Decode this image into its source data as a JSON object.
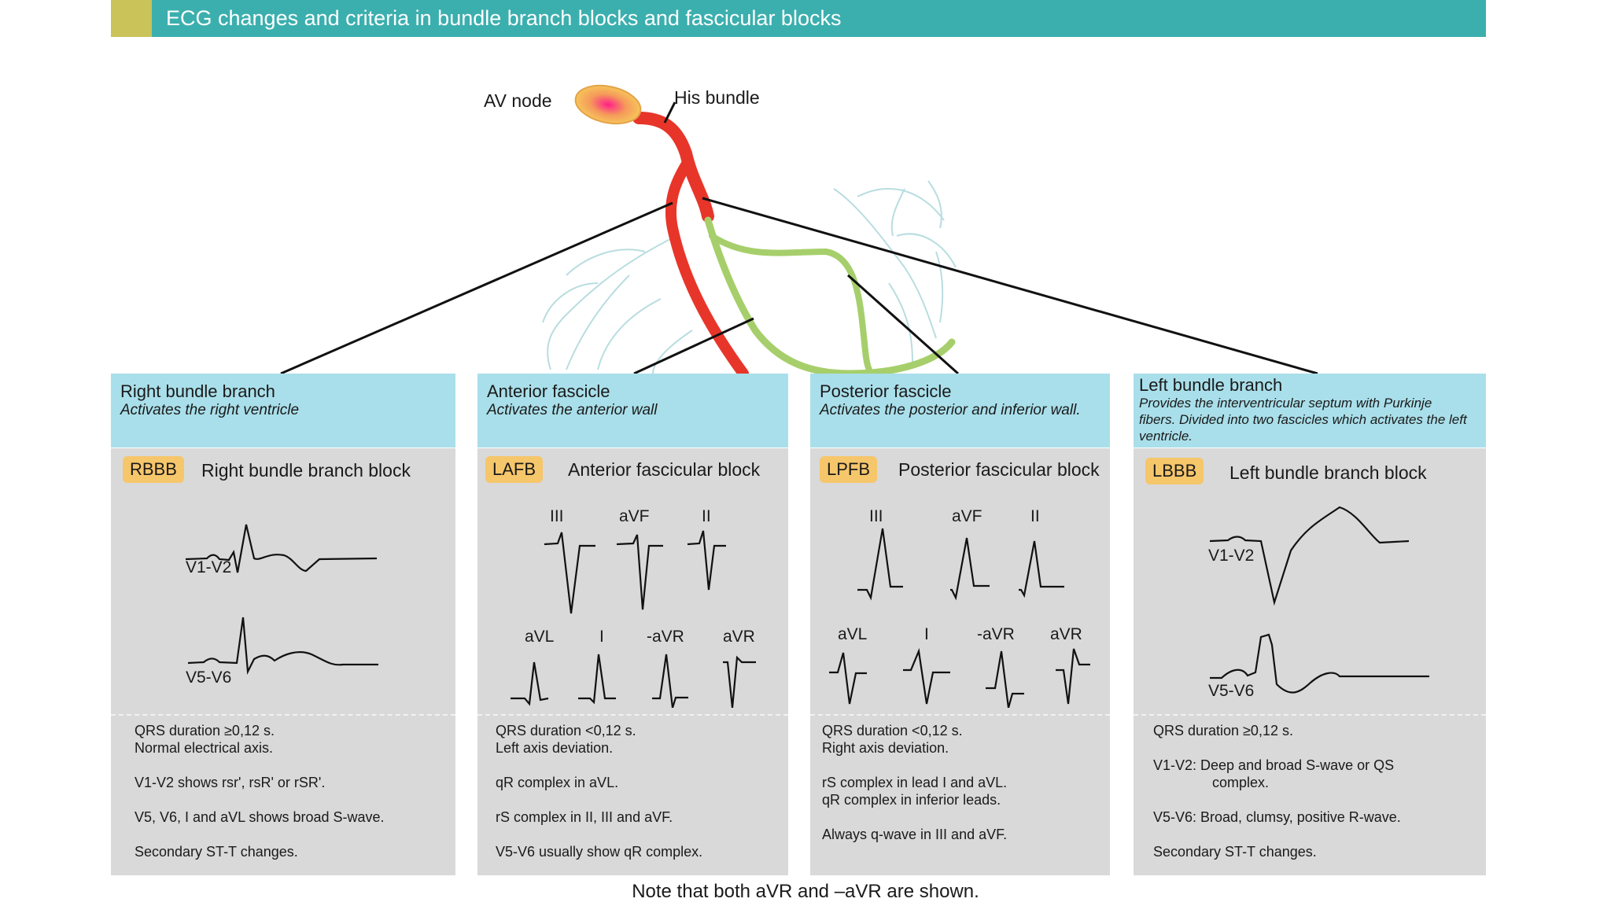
{
  "header": {
    "title": "ECG changes and criteria in bundle branch blocks and fascicular blocks"
  },
  "anatomy": {
    "av_node": "AV node",
    "his_bundle": "His bundle"
  },
  "columns": [
    {
      "title": "Right bundle branch",
      "subtitle": "Activates the right ventricle",
      "badge": "RBBB",
      "block_name": "Right bundle branch block",
      "leads": [
        "V1-V2",
        "V5-V6"
      ],
      "criteria": [
        "QRS duration ≥0,12 s.",
        "Normal electrical axis.",
        "V1-V2 shows rsr', rsR' or rSR'.",
        "V5, V6, I and aVL shows broad S-wave.",
        "Secondary ST-T changes."
      ]
    },
    {
      "title": "Anterior fascicle",
      "subtitle": "Activates the anterior wall",
      "badge": "LAFB",
      "block_name": "Anterior fascicular block",
      "leads": [
        "III",
        "aVF",
        "II",
        "aVL",
        "I",
        "-aVR",
        "aVR"
      ],
      "criteria": [
        "QRS duration <0,12 s.",
        "Left axis deviation.",
        "qR complex in aVL.",
        "rS complex in II, III and aVF.",
        "V5-V6  usually show qR complex."
      ]
    },
    {
      "title": "Posterior fascicle",
      "subtitle": "Activates the posterior and inferior wall.",
      "badge": "LPFB",
      "block_name": "Posterior fascicular block",
      "leads": [
        "III",
        "aVF",
        "II",
        "aVL",
        "I",
        "-aVR",
        "aVR"
      ],
      "criteria": [
        "QRS duration <0,12 s.",
        "Right axis deviation.",
        "rS complex in lead I and aVL.",
        "qR complex in inferior leads.",
        "Always q-wave in III and aVF."
      ]
    },
    {
      "title": "Left bundle branch",
      "subtitle": "Provides the interventricular septum with Purkinje fibers. Divided into two fascicles which activates the left ventricle.",
      "badge": "LBBB",
      "block_name": "Left bundle branch block",
      "leads": [
        "V1-V2",
        "V5-V6"
      ],
      "criteria": [
        "QRS duration ≥0,12 s.",
        "V1-V2: Deep and broad S-wave or QS",
        "complex.",
        "V5-V6: Broad, clumsy, positive R-wave.",
        "Secondary ST-T changes."
      ]
    }
  ],
  "footer": {
    "note": "Note that both aVR and –aVR are shown."
  },
  "colors": {
    "banner": "#3bafae",
    "banner_accent": "#c9c35a",
    "header_box": "#a9dfea",
    "body_box": "#d9d9d9",
    "badge": "#f6c66b",
    "right_branch": "#e8352a",
    "left_branch": "#a6cf6b"
  }
}
